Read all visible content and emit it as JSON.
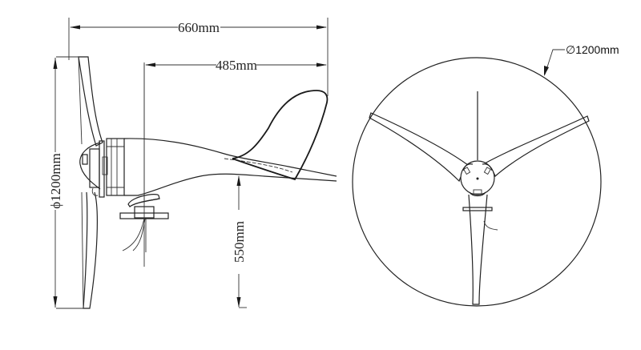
{
  "drawing": {
    "title": "Wind turbine dimension drawing",
    "views": [
      "side-view",
      "front-view"
    ],
    "dimensions": {
      "overall_length": "660mm",
      "tail_length": "485mm",
      "rotor_diameter_side": "ϕ1200mm",
      "tower_height": "550mm",
      "rotor_diameter_front": "∅1200mm"
    },
    "blade_count": 3,
    "line_color": "#222222",
    "background_color": "#ffffff"
  }
}
